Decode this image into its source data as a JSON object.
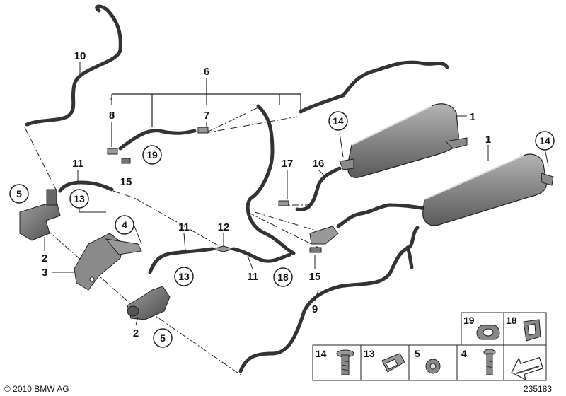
{
  "labels": {
    "n6": "6",
    "n7": "7",
    "n8": "8",
    "n10": "10",
    "n19a": "19",
    "n14a": "14",
    "n14b": "14",
    "n1a": "1",
    "n1b": "1",
    "n15a": "15",
    "n15b": "15",
    "n11a": "11",
    "n11b": "11",
    "n11c": "11",
    "n5a": "5",
    "n5b": "5",
    "n13a": "13",
    "n13b": "13",
    "n4": "4",
    "n2a": "2",
    "n2b": "2",
    "n3": "3",
    "n12": "12",
    "n16": "16",
    "n17": "17",
    "n18": "18",
    "n9": "9"
  },
  "parts_table": {
    "top_row": [
      "19",
      "18"
    ],
    "bottom_row": [
      "14",
      "13",
      "5",
      "4"
    ]
  },
  "footer": {
    "copyright": "© 2010 BMW AG",
    "diagram_number": "235183"
  },
  "colors": {
    "hose": "#333333",
    "line": "#222222",
    "canister_fill": "#7d7d7d",
    "part_gray": "#6f6f6f"
  }
}
